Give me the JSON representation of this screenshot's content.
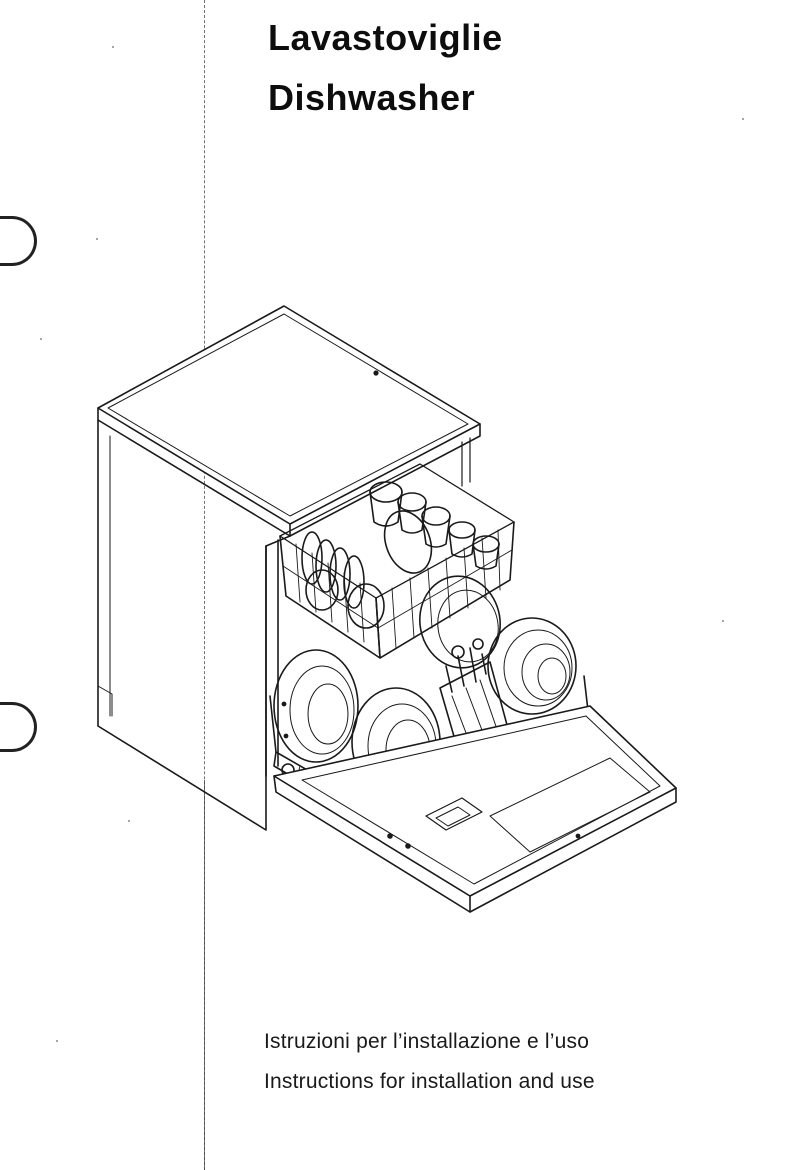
{
  "document": {
    "title_lines": [
      "Lavastoviglie",
      "Dishwasher"
    ],
    "subtitle_lines": [
      "Istruzioni per l’installazione e l’uso",
      "Instructions for installation and use"
    ],
    "illustration_icon": "dishwasher-open-door-icon"
  },
  "colors": {
    "ink": "#111111",
    "paper": "#ffffff"
  }
}
